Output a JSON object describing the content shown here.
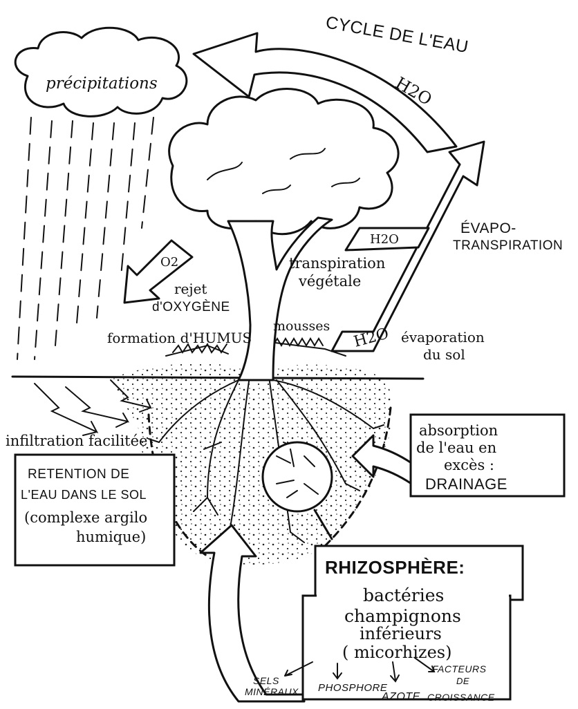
{
  "cycle_title": "CYCLE DE L'EAU",
  "h2o_top": "H2O",
  "precipitations": "précipitations",
  "evapotranspiration": [
    "ÉVAPO-",
    "TRANSPIRATION"
  ],
  "h2o_transpiration": "H2O",
  "transpiration": [
    "transpiration",
    "végétale"
  ],
  "o2": "O2",
  "oxygen": [
    "rejet",
    "d'OXYGÈNE"
  ],
  "humus": "formation d'HUMUS",
  "mousses": "mousses",
  "h2o_evaporation": "H2O",
  "evaporation": [
    "évaporation",
    "du sol"
  ],
  "infiltration": "infiltration facilitée",
  "retention": [
    "RETENTION DE",
    "L'EAU DANS LE SOL",
    "(complexe argilo",
    "humique)"
  ],
  "absorption": [
    "absorption",
    "de l'eau en",
    "excès :",
    "DRAINAGE"
  ],
  "rhizosphere": {
    "title": "RHIZOSPHÈRE:",
    "lines": [
      "bactéries",
      "champignons",
      "inférieurs",
      "( micorhizes)"
    ],
    "outputs": [
      "SELS",
      "MINÉRAUX",
      "PHOSPHORE",
      "AZOTE",
      "FACTEURS",
      "DE",
      "CROISSANCE"
    ]
  }
}
